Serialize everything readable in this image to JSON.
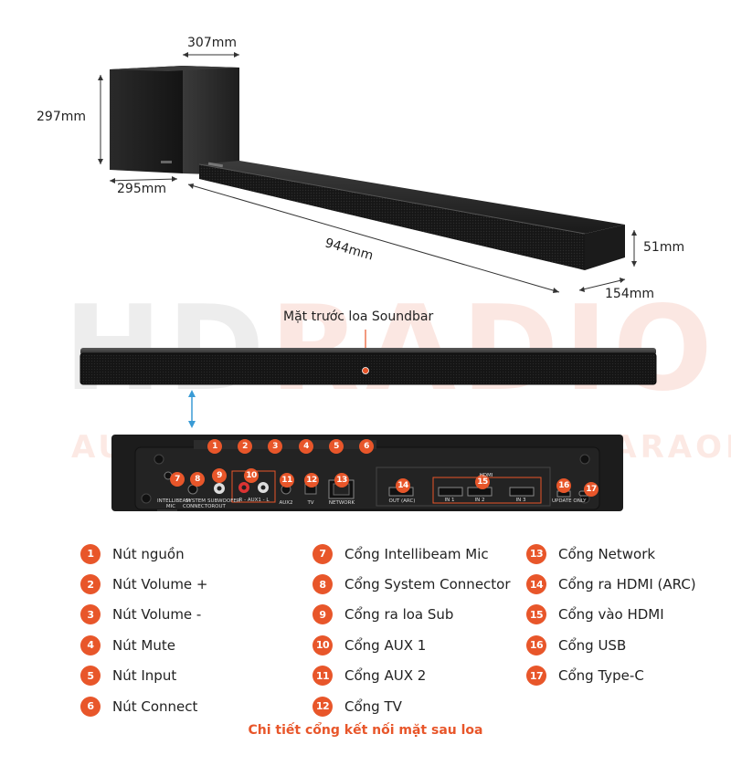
{
  "dimensions": {
    "sub_width": "307mm",
    "sub_height": "297mm",
    "sub_depth": "295mm",
    "bar_length": "944mm",
    "bar_height": "51mm",
    "bar_depth": "154mm"
  },
  "watermark": {
    "main_hd": "HD",
    "main_radio": "RADIO",
    "sub": "AUDIO - HOME CINEMA - KARAOKE"
  },
  "front_label": "Mặt trước loa Soundbar",
  "port_labels": {
    "p7": "INTELLIBEAM MIC",
    "p8": "SYSTEM CONNECTOR",
    "p9": "SUBWOOFER OUT",
    "p10": "R - AUX1 - L",
    "p11": "AUX2",
    "p12": "TV",
    "p13": "NETWORK",
    "p14": "OUT (ARC)",
    "hdmi": "HDMI",
    "in1": "IN 1",
    "in2": "IN 2",
    "in3": "IN 3",
    "p16": "UPDATE ONLY"
  },
  "legend": {
    "col1": [
      {
        "num": "1",
        "text": "Nút nguồn"
      },
      {
        "num": "2",
        "text": "Nút Volume +"
      },
      {
        "num": "3",
        "text": "Nút Volume -"
      },
      {
        "num": "4",
        "text": "Nút Mute"
      },
      {
        "num": "5",
        "text": "Nút Input"
      },
      {
        "num": "6",
        "text": "Nút Connect"
      }
    ],
    "col2": [
      {
        "num": "7",
        "text": "Cổng Intellibeam Mic"
      },
      {
        "num": "8",
        "text": "Cổng System Connector"
      },
      {
        "num": "9",
        "text": "Cổng ra loa Sub"
      },
      {
        "num": "10",
        "text": "Cổng AUX 1"
      },
      {
        "num": "11",
        "text": "Cổng AUX 2"
      },
      {
        "num": "12",
        "text": "Cổng TV"
      }
    ],
    "col3": [
      {
        "num": "13",
        "text": "Cổng Network"
      },
      {
        "num": "14",
        "text": "Cổng ra HDMI (ARC)"
      },
      {
        "num": "15",
        "text": "Cổng vào HDMI"
      },
      {
        "num": "16",
        "text": "Cổng USB"
      },
      {
        "num": "17",
        "text": "Cổng Type-C"
      }
    ]
  },
  "caption": "Chi tiết cổng kết nối mặt sau loa",
  "colors": {
    "accent": "#e8562a",
    "device": "#1c1c1c",
    "arrow": "#3a9bd5"
  }
}
